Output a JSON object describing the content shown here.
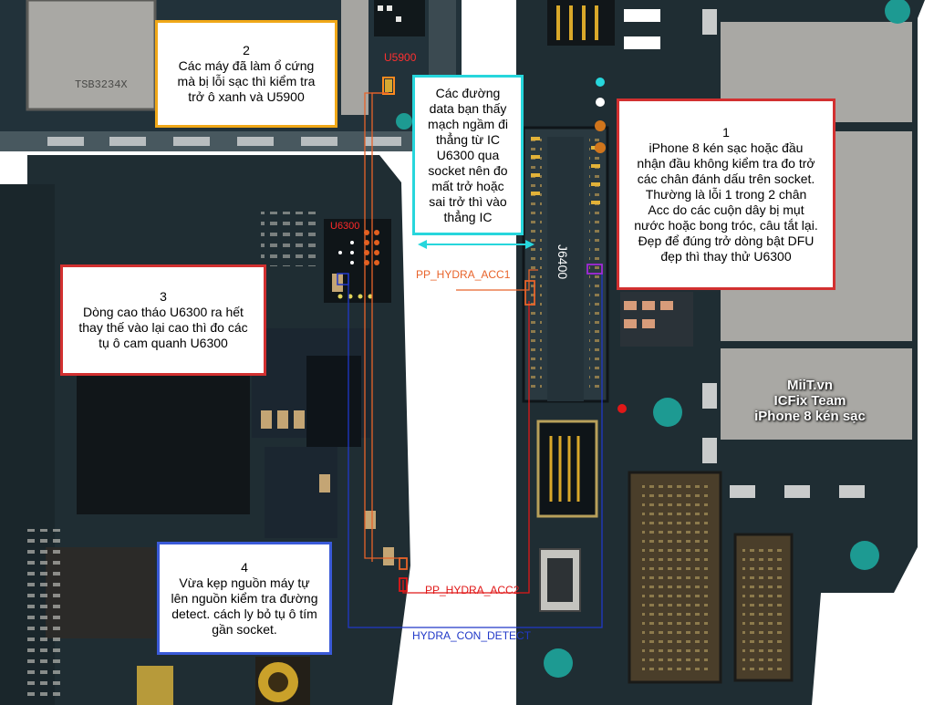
{
  "notes": {
    "n1": {
      "number": "1",
      "lines": [
        "iPhone 8 kén sạc hoặc đầu",
        "nhận đầu không kiểm tra đo trở",
        "các chân đánh dấu trên socket.",
        "Thường là lỗi 1 trong 2 chân",
        "Acc do các cuộn dây bị mụt",
        "nước hoặc bong tróc, câu tắt lại.",
        "Đẹp để đúng trở dòng bật DFU",
        "đẹp thì thay thử U6300"
      ]
    },
    "n2": {
      "number": "2",
      "lines": [
        "Các máy đã làm ổ cứng",
        "mà bị lỗi sạc thì kiểm tra",
        "trở ô xanh và U5900"
      ]
    },
    "n3": {
      "number": "3",
      "lines": [
        "Dòng cao tháo U6300 ra hết",
        "thay thế vào lại cao thì đo các",
        "tụ ô cam quanh U6300"
      ]
    },
    "n4": {
      "number": "4",
      "lines": [
        "Vừa kẹp nguồn máy tự",
        "lên nguồn kiểm tra đường",
        "detect. cách ly bỏ tụ ô tím",
        "gần socket."
      ]
    },
    "cyan": {
      "lines": [
        "Các đường",
        "data bạn thấy",
        "mạch ngầm đi",
        "thẳng từ IC",
        "U6300 qua",
        "socket nên đo",
        "mất trở hoặc",
        "sai trở thì vào",
        "thẳng IC"
      ]
    }
  },
  "labels": {
    "u5900": "U5900",
    "u6300": "U6300",
    "j6400": "J6400",
    "acc1": "PP_HYDRA_ACC1",
    "acc2": "PP_HYDRA_ACC2",
    "detect": "HYDRA_CON_DETECT",
    "tsb": "TSB3234X"
  },
  "watermark": {
    "line1": "MiiT.vn",
    "line2": "ICFix Team",
    "line3": "iPhone 8 kén sạc"
  },
  "colors": {
    "board": "#1f2d33",
    "board_dark": "#12191c",
    "gold": "#d9a82a",
    "red_box": "#d23030",
    "orange_box": "#f0a818",
    "blue_box": "#3a5ad8",
    "cyan_box": "#27d6dc",
    "trace_orange": "#e8632a",
    "trace_red": "#e01818",
    "trace_blue": "#2038c8"
  }
}
